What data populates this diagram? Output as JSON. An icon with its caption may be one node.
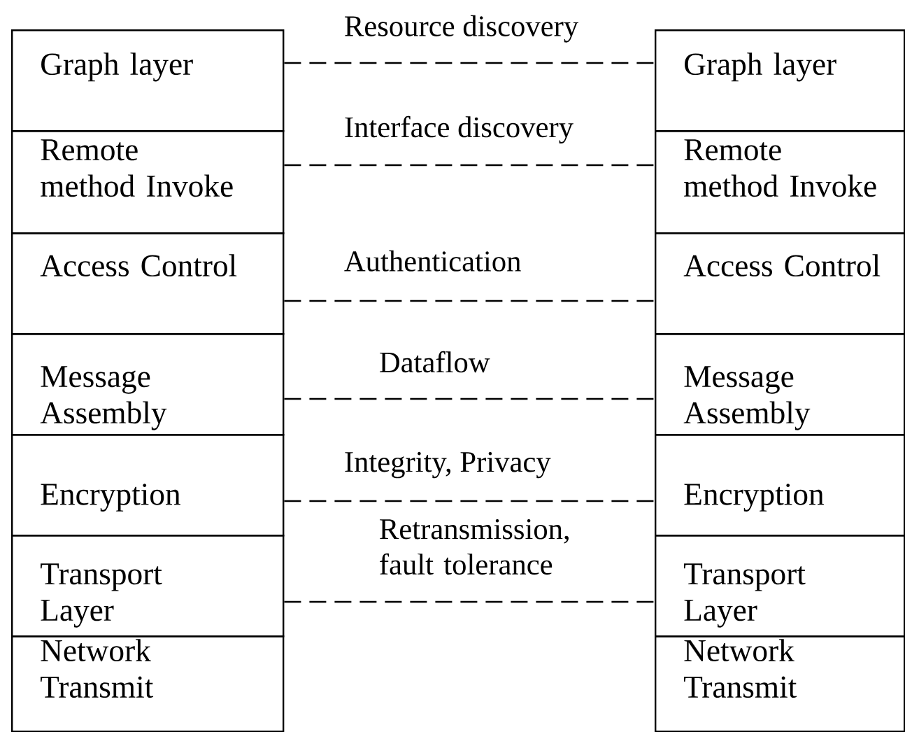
{
  "diagram": {
    "nodes": [
      {
        "text": [
          "Graph layer"
        ]
      },
      {
        "text": [
          "Remote method Invoke"
        ]
      },
      {
        "text": [
          "Access Control"
        ]
      },
      {
        "text": [
          "Message Assembly"
        ]
      },
      {
        "text": [
          "Encryption"
        ]
      },
      {
        "text": [
          "Transport Layer"
        ]
      },
      {
        "text": [
          "Network Transmit"
        ]
      },
      {
        "text": [
          "Graph layer"
        ]
      },
      {
        "text": [
          "Remote method Invoke"
        ]
      },
      {
        "text": [
          "Access Control"
        ]
      },
      {
        "text": [
          "Message Assembly"
        ]
      },
      {
        "text": [
          "Encryption"
        ]
      },
      {
        "text": [
          "Transport Layer"
        ]
      },
      {
        "text": [
          "Network Transmit"
        ]
      }
    ],
    "edges": [
      {
        "from": 0,
        "to": 7,
        "arrow": "none",
        "style": "dashed",
        "label": "Resource discovery"
      },
      {
        "from": 1,
        "to": 8,
        "arrow": "none",
        "style": "dashed",
        "label": "Interface discovery"
      },
      {
        "from": 2,
        "to": 9,
        "arrow": "none",
        "style": "dashed",
        "label": "Authentication"
      },
      {
        "from": 3,
        "to": 10,
        "arrow": "none",
        "style": "dashed",
        "label": "Dataflow"
      },
      {
        "from": 4,
        "to": 11,
        "arrow": "none",
        "style": "dashed",
        "label": "Integrity, Privacy"
      },
      {
        "from": 5,
        "to": 12,
        "arrow": "none",
        "style": "dashed",
        "label": "Retransmission, fault tolerance"
      }
    ]
  }
}
